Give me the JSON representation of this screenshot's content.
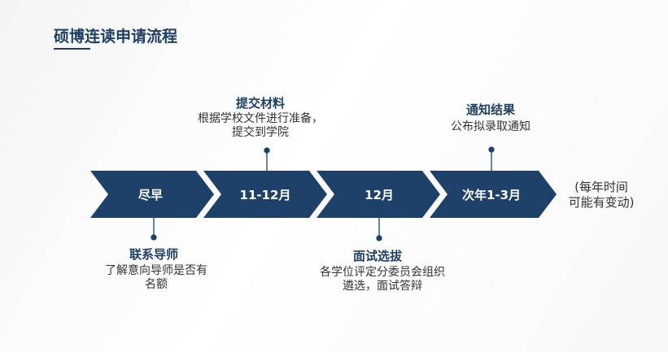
{
  "title": "硕博连读申请流程",
  "colors": {
    "accent": "#1f3f63",
    "chevron": "#1e416a"
  },
  "steps": [
    {
      "period": "尽早",
      "heading": "联系导师",
      "desc_lines": [
        "了解意向导师是否有",
        "名额"
      ],
      "position": "below"
    },
    {
      "period": "11-12月",
      "heading": "提交材料",
      "desc_lines": [
        "根据学校文件进行准备，",
        "提交到学院"
      ],
      "position": "above"
    },
    {
      "period": "12月",
      "heading": "面试选拔",
      "desc_lines": [
        "各学位评定分委员会组织",
        "遴选，面试答辩"
      ],
      "position": "below"
    },
    {
      "period": "次年1-3月",
      "heading": "通知结果",
      "desc_lines": [
        "公布拟录取通知"
      ],
      "position": "above"
    }
  ],
  "note_lines": [
    "(每年时间",
    "可能有变动)"
  ]
}
